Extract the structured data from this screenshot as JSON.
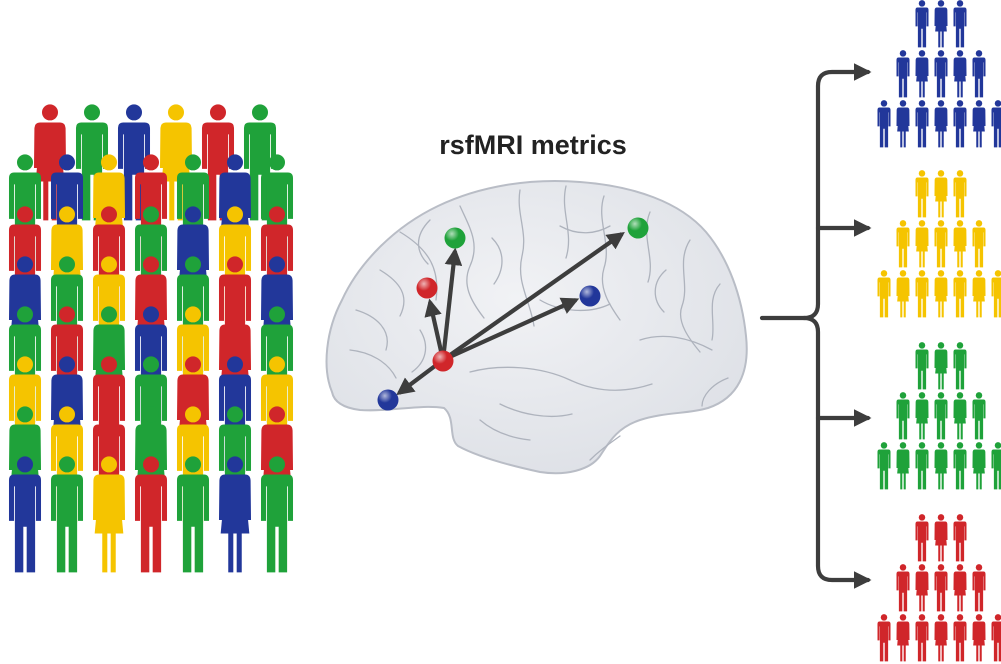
{
  "title": "rsfMRI metrics",
  "colors": {
    "red": "#d0262a",
    "green": "#1fa23a",
    "blue": "#22379a",
    "yellow": "#f5c400",
    "arrow": "#3d3d3d",
    "brain_fill": "#e6e8ec",
    "brain_stroke": "#b9bdc6"
  },
  "crowd": {
    "rows": [
      [
        "red",
        "green",
        "blue",
        "yellow",
        "red",
        "green"
      ],
      [
        "green",
        "blue",
        "yellow",
        "red",
        "green",
        "blue",
        "green"
      ],
      [
        "red",
        "yellow",
        "red",
        "green",
        "blue",
        "yellow",
        "red"
      ],
      [
        "blue",
        "green",
        "yellow",
        "red",
        "green",
        "red",
        "blue"
      ],
      [
        "green",
        "red",
        "green",
        "blue",
        "yellow",
        "red",
        "green"
      ],
      [
        "yellow",
        "blue",
        "red",
        "green",
        "red",
        "blue",
        "yellow"
      ],
      [
        "green",
        "yellow",
        "red",
        "green",
        "yellow",
        "green",
        "red"
      ],
      [
        "blue",
        "green",
        "yellow",
        "red",
        "green",
        "blue",
        "green"
      ]
    ]
  },
  "brain_nodes": [
    {
      "id": "hub",
      "color": "red"
    },
    {
      "id": "frontal-upper",
      "color": "green"
    },
    {
      "id": "frontal-mid",
      "color": "red"
    },
    {
      "id": "parietal-upper",
      "color": "green"
    },
    {
      "id": "parietal-mid",
      "color": "blue"
    },
    {
      "id": "temporal",
      "color": "blue"
    }
  ],
  "groups": [
    {
      "name": "group-blue",
      "color": "blue"
    },
    {
      "name": "group-yellow",
      "color": "yellow"
    },
    {
      "name": "group-green",
      "color": "green"
    },
    {
      "name": "group-red",
      "color": "red"
    }
  ]
}
